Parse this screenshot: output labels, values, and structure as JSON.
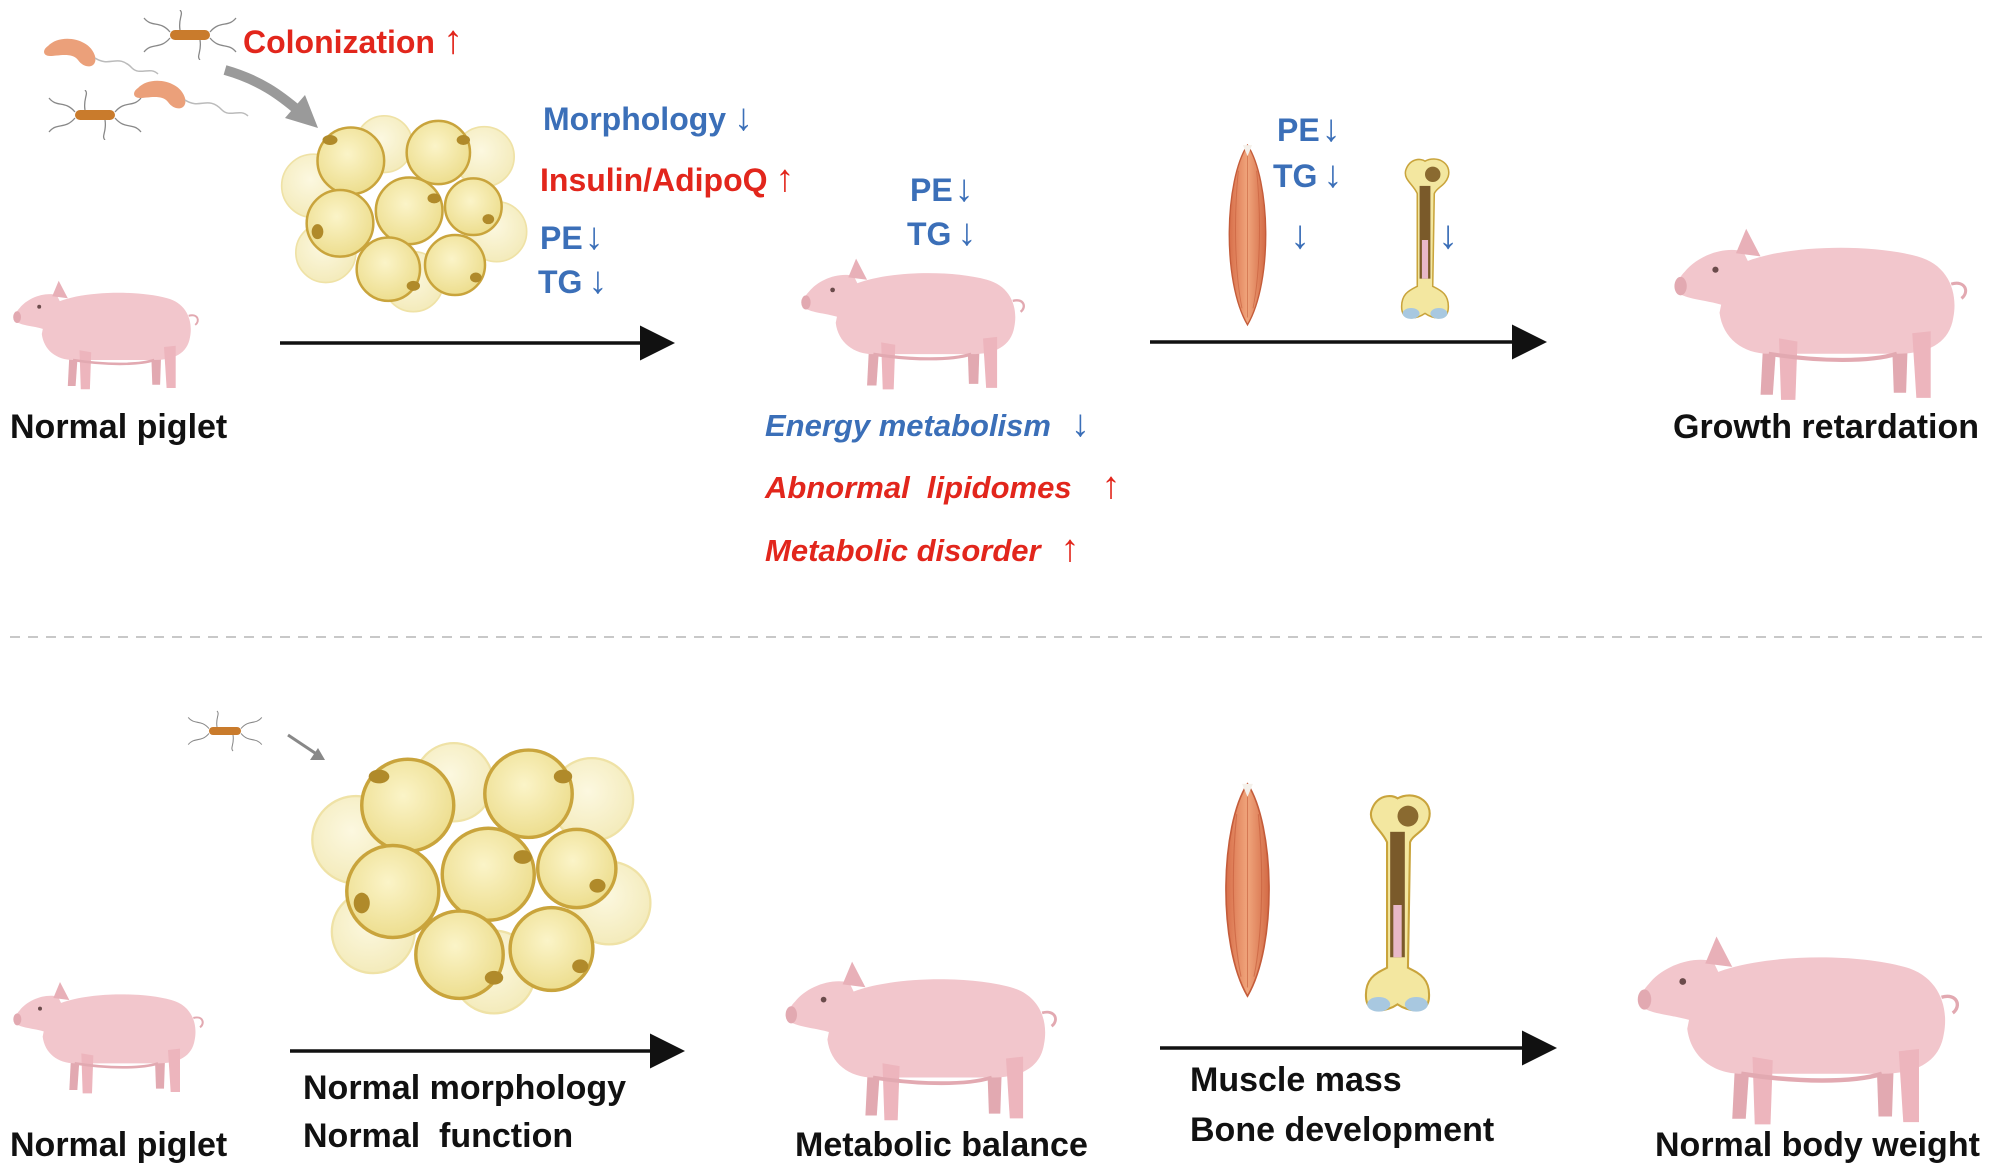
{
  "colors": {
    "blue": "#3b6fb8",
    "red": "#e2261c",
    "black": "#111111",
    "pig_body": "#f2c6cc",
    "pig_shade": "#e2a9b1",
    "adipocyte_fill": "#f7ecb0",
    "adipocyte_edge": "#c9a43c",
    "muscle": "#e8926a",
    "bone": "#f3e7a0",
    "bacteria_brown": "#c97b2c",
    "bacteria_salmon": "#eba07a",
    "dashed_divider": "#c8c8c8"
  },
  "top": {
    "colonization": "Colonization",
    "morphology": "Morphology",
    "insulin_adipoq": "Insulin/AdipoQ",
    "pe_1": "PE",
    "tg_1": "TG",
    "pe_2": "PE",
    "tg_2": "TG",
    "pe_3": "PE",
    "tg_3": "TG",
    "start_label": "Normal piglet",
    "energy_metabolism": "Energy metabolism",
    "abnormal_lipidomes": "Abnormal  lipidomes",
    "metabolic_disorder": "Metabolic disorder",
    "end_label": "Growth retardation"
  },
  "bottom": {
    "start_label": "Normal piglet",
    "normal_morphology": "Normal morphology",
    "normal_function": "Normal  function",
    "middle_label": "Metabolic balance",
    "muscle_mass": "Muscle mass",
    "bone_development": "Bone development",
    "end_label": "Normal body weight"
  },
  "icons": {
    "up": "↑",
    "down": "↓"
  }
}
